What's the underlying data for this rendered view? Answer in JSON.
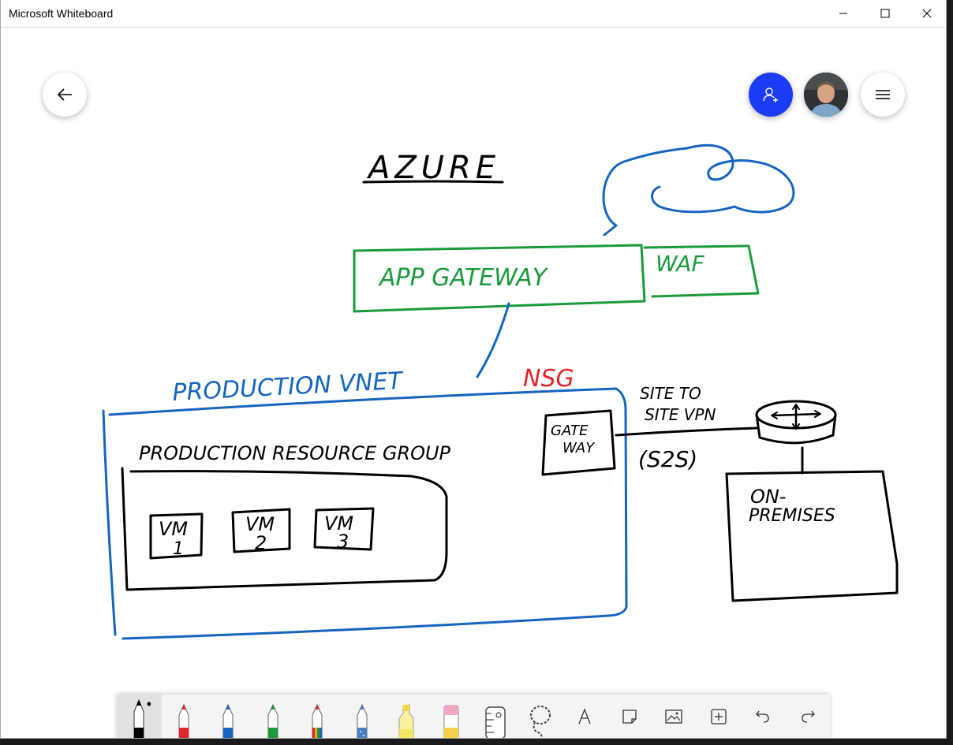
{
  "window": {
    "title": "Microsoft Whiteboard"
  },
  "controls": {
    "minimize": "minimize-icon",
    "maximize": "maximize-icon",
    "close": "close-icon"
  },
  "top_buttons": {
    "back": "arrow-left-icon",
    "share": "invite-person-icon",
    "avatar": "user-avatar",
    "menu": "hamburger-menu-icon"
  },
  "board": {
    "title": "AZURE",
    "app_gateway": "APP GATEWAY",
    "waf": "WAF",
    "vnet_label": "PRODUCTION VNET",
    "nsg": "NSG",
    "resource_group": "PRODUCTION RESOURCE GROUP",
    "vms": [
      {
        "line1": "VM",
        "line2": "1"
      },
      {
        "line1": "VM",
        "line2": "2"
      },
      {
        "line1": "VM",
        "line2": "3"
      }
    ],
    "gateway": {
      "line1": "GATE",
      "line2": "WAY"
    },
    "vpn": {
      "line1": "SITE TO",
      "line2": "SITE VPN",
      "line3": "(S2S)"
    },
    "on_prem": {
      "line1": "ON-",
      "line2": "PREMISES"
    },
    "colors": {
      "ink_black": "#000000",
      "ink_blue": "#1565c0",
      "ink_green": "#1a9a3a",
      "ink_red": "#e0262a"
    }
  },
  "toolbar": {
    "tools": [
      {
        "name": "black-pen",
        "color": "#000000",
        "selected": true
      },
      {
        "name": "red-pen",
        "color": "#e0262a"
      },
      {
        "name": "blue-pen",
        "color": "#1565c0"
      },
      {
        "name": "green-pen",
        "color": "#1a9a3a"
      },
      {
        "name": "rainbow-pen",
        "color": "#e0262a"
      },
      {
        "name": "galaxy-pen",
        "color": "#4a7fc0"
      },
      {
        "name": "highlighter",
        "color": "#f5e663"
      },
      {
        "name": "eraser",
        "color": "#f4a6c8"
      },
      {
        "name": "ruler",
        "icon": "ruler-icon"
      },
      {
        "name": "lasso",
        "icon": "lasso-icon"
      },
      {
        "name": "text",
        "glyph": "A"
      },
      {
        "name": "sticky-note",
        "icon": "note-icon"
      },
      {
        "name": "image",
        "icon": "image-icon"
      },
      {
        "name": "insert",
        "icon": "plus-box-icon"
      },
      {
        "name": "undo",
        "icon": "undo-icon"
      },
      {
        "name": "redo",
        "icon": "redo-icon"
      }
    ]
  }
}
